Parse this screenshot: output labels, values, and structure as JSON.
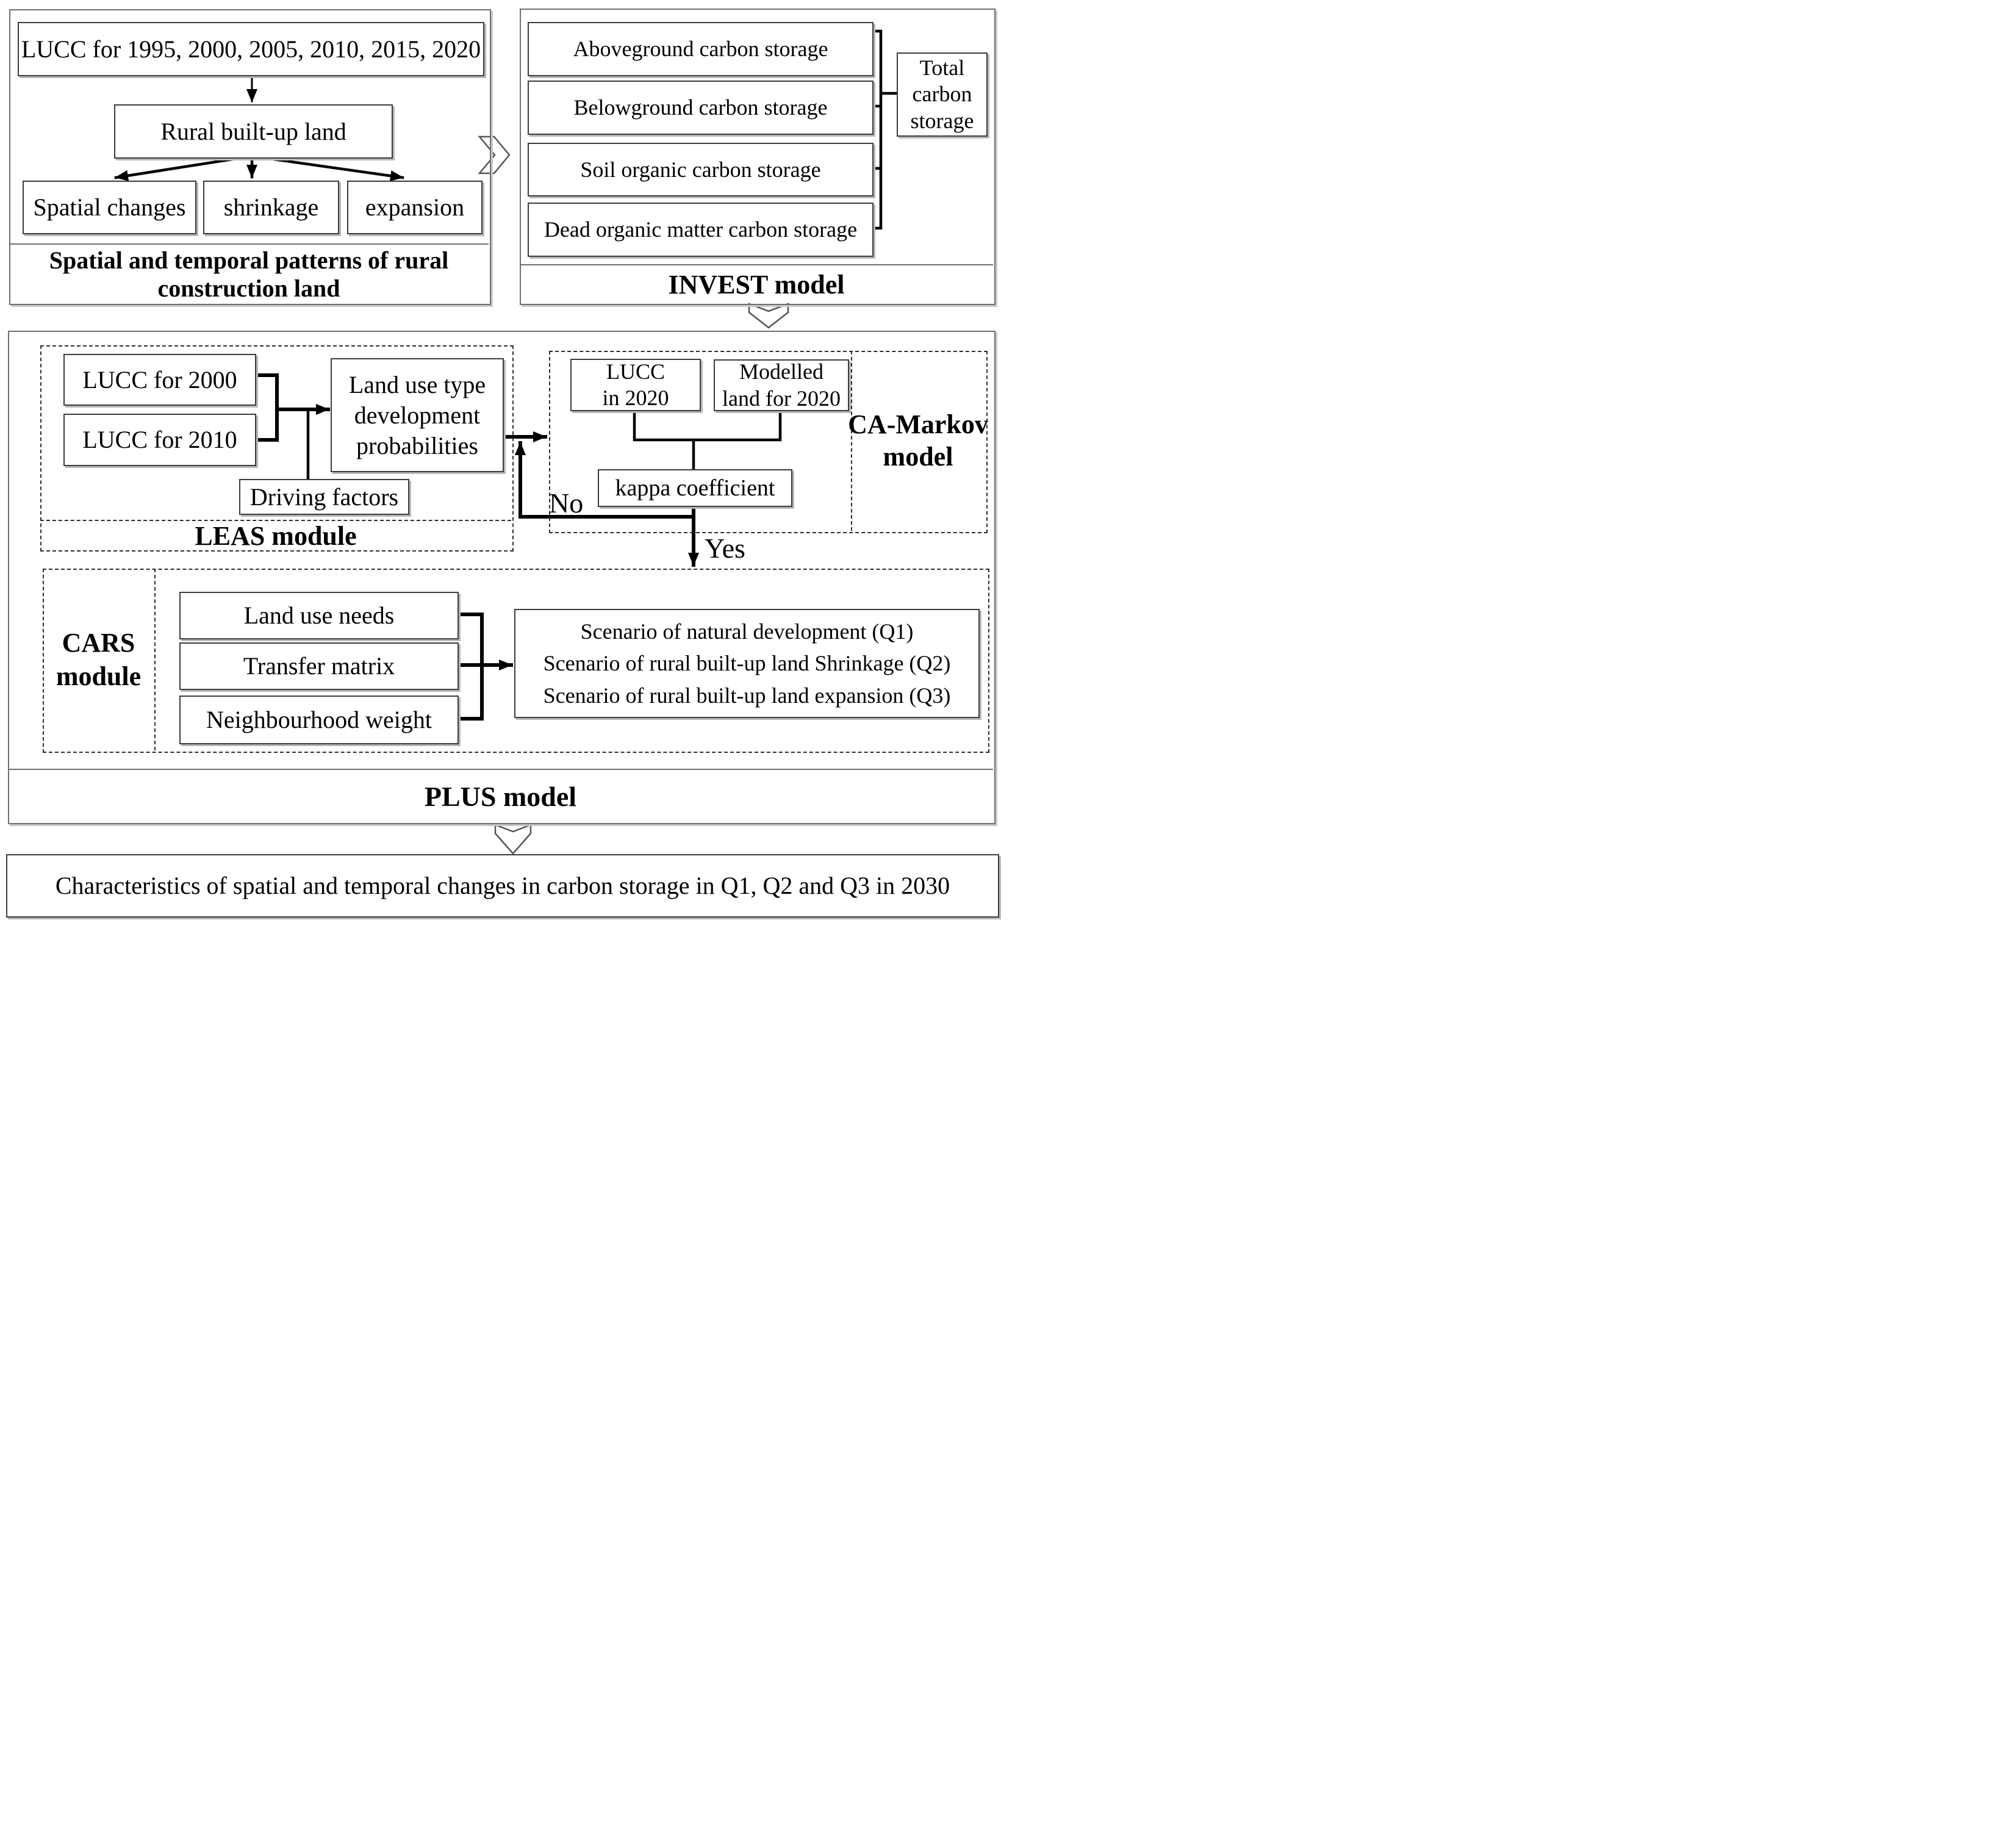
{
  "spatial_panel": {
    "lucc_years": "LUCC for 1995, 2000, 2005, 2010, 2015, 2020",
    "rural": "Rural built-up land",
    "children": [
      "Spatial changes",
      "shrinkage",
      "expansion"
    ],
    "caption_line1": "Spatial and temporal patterns of rural",
    "caption_line2": "construction land"
  },
  "invest_panel": {
    "boxes": [
      "Aboveground carbon storage",
      "Belowground carbon storage",
      "Soil organic carbon storage",
      "Dead organic matter carbon storage"
    ],
    "total_lines": [
      "Total",
      "carbon",
      "storage"
    ],
    "label": "INVEST model"
  },
  "plus_panel": {
    "label": "PLUS model",
    "leas": {
      "label": "LEAS module",
      "lucc2000": "LUCC for 2000",
      "lucc2010": "LUCC for 2010",
      "driving": "Driving factors",
      "prob_lines": [
        "Land use type",
        "development",
        "probabilities"
      ]
    },
    "ca_markov": {
      "label_lines": [
        "CA-Markov",
        "model"
      ],
      "lucc2020_lines": [
        "LUCC",
        "in 2020"
      ],
      "modelled_lines": [
        "Modelled",
        "land for 2020"
      ],
      "kappa": "kappa coefficient",
      "no_label": "No",
      "yes_label": "Yes"
    },
    "cars": {
      "label_lines": [
        "CARS",
        "module"
      ],
      "inputs": [
        "Land use needs",
        "Transfer matrix",
        "Neighbourhood weight"
      ],
      "scenarios": [
        "Scenario of natural development (Q1)",
        "Scenario of rural built-up land Shrinkage (Q2)",
        "Scenario of rural built-up land expansion (Q3)"
      ]
    }
  },
  "output_box": "Characteristics of spatial and temporal changes in carbon storage in Q1, Q2 and Q3 in 2030",
  "colors": {
    "line": "#000000",
    "box_border": "#3c3c3c",
    "panel_border": "#6f6f6f",
    "shadow": "#b8b8b8",
    "background": "#ffffff"
  }
}
